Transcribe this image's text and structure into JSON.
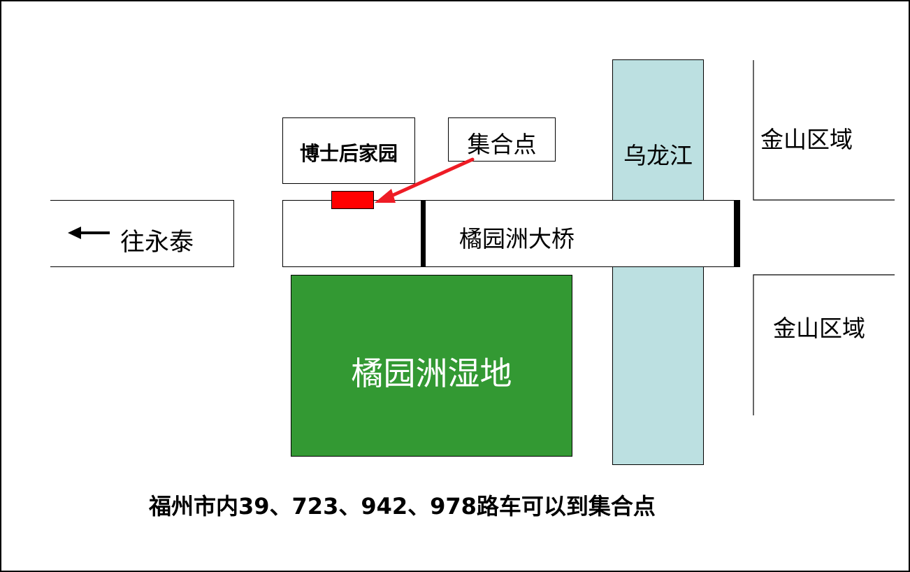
{
  "map": {
    "labels": {
      "to_yongtai": "往永泰",
      "boshihou": "博士后家园",
      "meeting_point": "集合点",
      "river": "乌龙江",
      "jinshan_top": "金山区域",
      "jinshan_bottom": "金山区域",
      "bridge": "橘园洲大桥",
      "wetland": "橘园洲湿地"
    },
    "caption": "福州市内39、723、942、978路车可以到集合点",
    "colors": {
      "river": "#bce0e1",
      "wetland": "#339933",
      "marker": "#ff0000",
      "arrow": "#ee1c25",
      "line": "#000000"
    },
    "icons": {
      "direction": "left-arrow-icon"
    }
  }
}
